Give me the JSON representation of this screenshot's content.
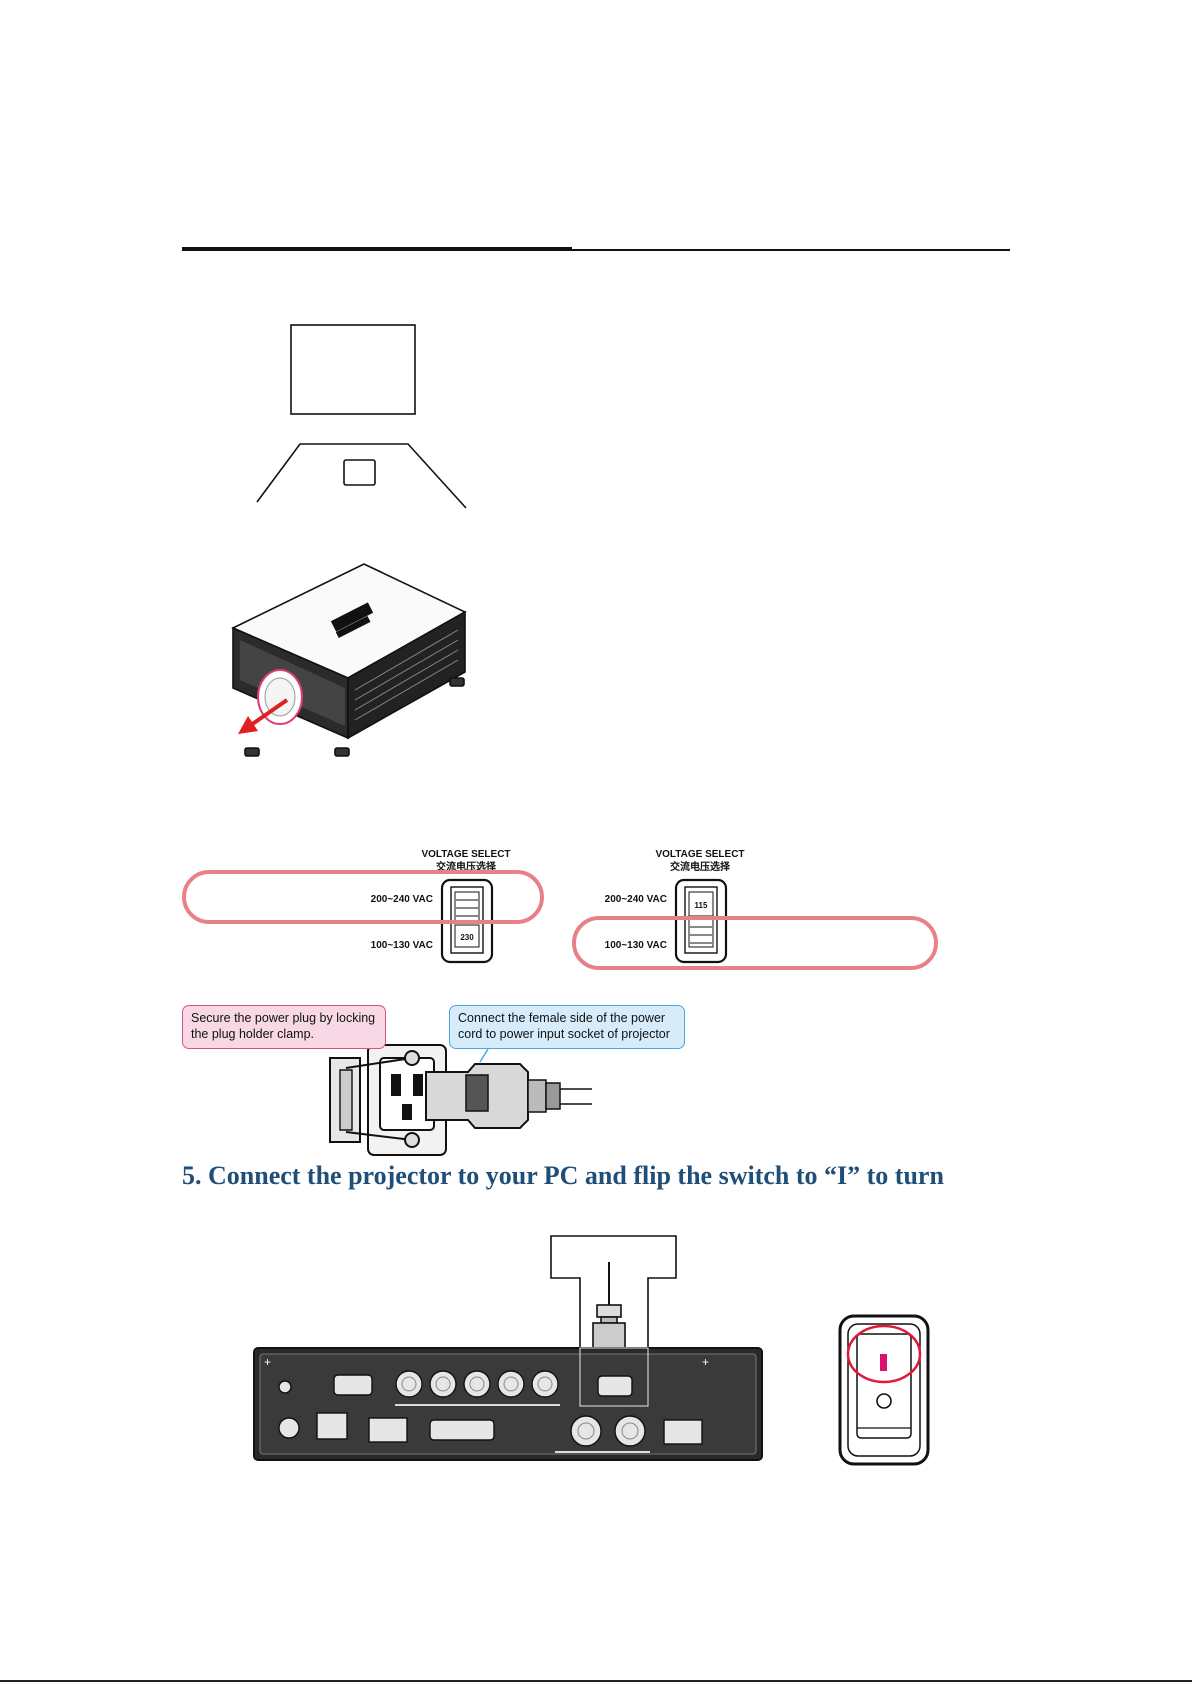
{
  "voltage_panels": [
    {
      "title_en": "VOLTAGE SELECT",
      "title_zh": "交流电压选择",
      "high_label": "200~240 VAC",
      "low_label": "100~130 VAC",
      "switch_value": "230",
      "highlight": "200~240 VAC"
    },
    {
      "title_en": "VOLTAGE SELECT",
      "title_zh": "交流电压选择",
      "high_label": "200~240 VAC",
      "low_label": "100~130 VAC",
      "switch_value": "115",
      "highlight": "100~130 VAC"
    }
  ],
  "callouts": {
    "plug_clamp": "Secure the power plug by locking the plug holder clamp.",
    "power_cord": "Connect the female side of the power cord to power input socket of projector"
  },
  "step5": {
    "heading": "5. Connect the projector to your PC and flip the switch to “I” to turn"
  },
  "colors": {
    "heading": "#1f4e79",
    "highlight_ring": "#e8808a",
    "callout_pink_bg": "#f9d8e6",
    "callout_blue_bg": "#d6ecfa",
    "arrow": "#e02020"
  },
  "icons": {
    "power_switch": "rocker-switch-icon",
    "vga_cable": "vga-cable-icon",
    "projector": "projector-icon"
  }
}
